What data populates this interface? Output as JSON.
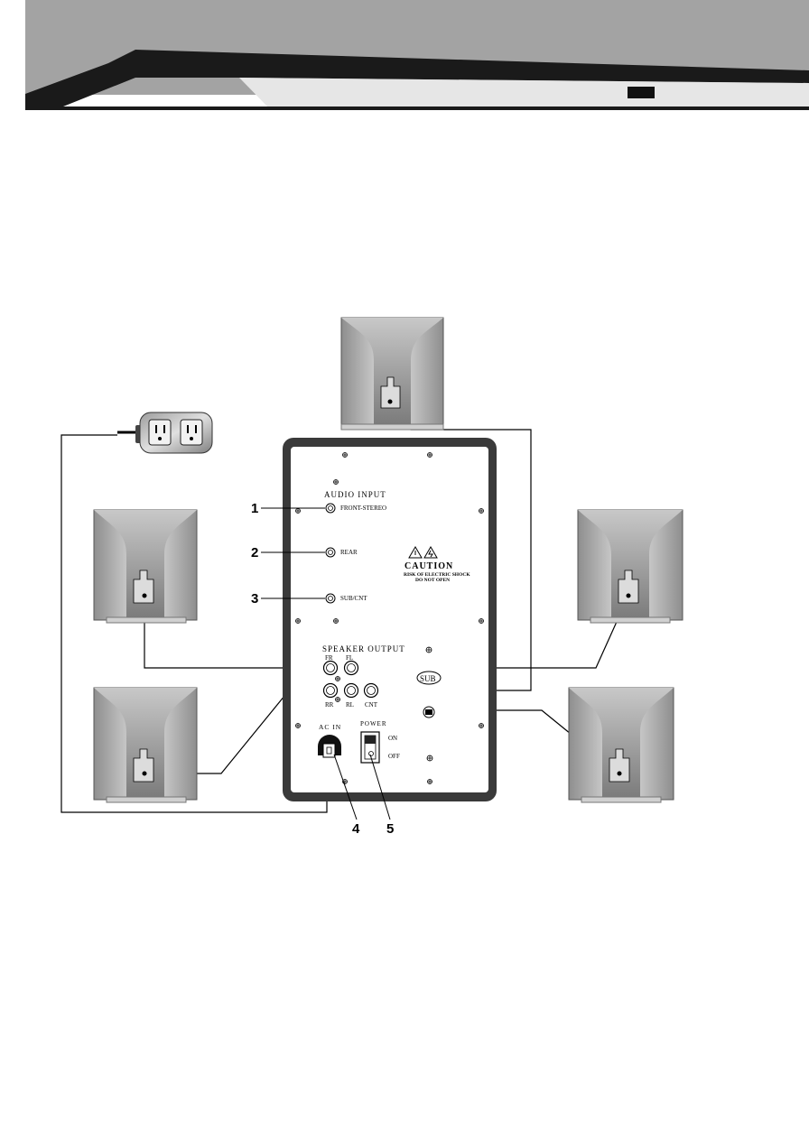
{
  "panel": {
    "audio_input_label": "AUDIO INPUT",
    "front_stereo_label": "FRONT-STEREO",
    "rear_label": "REAR",
    "sub_cnt_label": "SUB/CNT",
    "speaker_output_label": "SPEAKER OUTPUT",
    "fr_label": "FR",
    "fl_label": "FL",
    "rr_label": "RR",
    "rl_label": "RL",
    "cnt_label": "CNT",
    "sub_badge_label": "SUB",
    "ac_in_label": "AC IN",
    "power_label": "POWER",
    "on_label": "ON",
    "off_label": "OFF",
    "caution_title": "CAUTION",
    "caution_line1": "RISK OF ELECTRIC SHOCK",
    "caution_line2": "DO NOT OPEN"
  },
  "callouts": {
    "c1": "1",
    "c2": "2",
    "c3": "3",
    "c4": "4",
    "c5": "5"
  }
}
